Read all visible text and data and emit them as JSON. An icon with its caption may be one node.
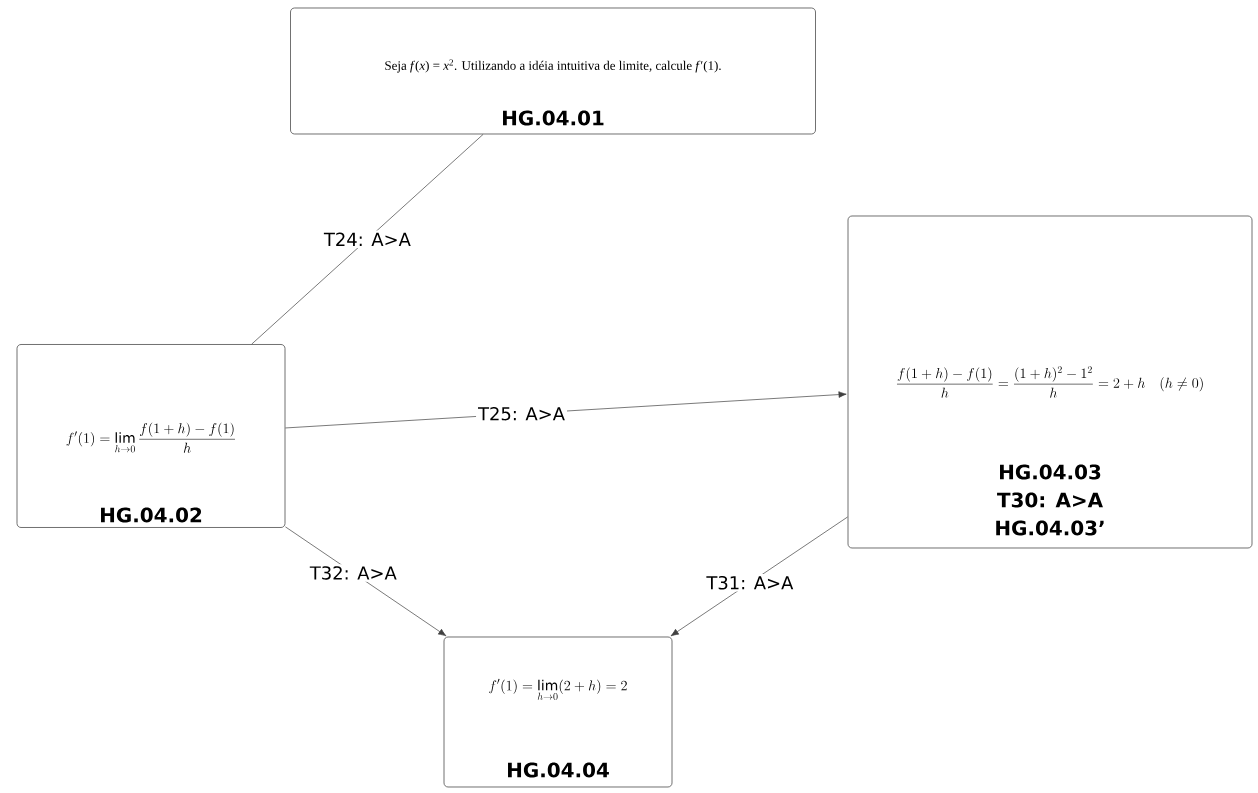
{
  "diagram": {
    "nodes": [
      {
        "text": [
          "Seja *f*(*x*) = *x*$^{2}$. Utilizando a idéia intuitiva de limite, calcule *f*′(1).",
          "HG.04.01"
        ]
      },
      {
        "text": [
          "f'(1)=\\lim_{h\\to 0}\\frac{f(1+h)-f(1)}{h}",
          "HG.04.02"
        ]
      },
      {
        "text": [
          "\\frac{f(1+h)-f(1)}{h}=\\frac{(1+h)^2-1^2}{h}=2+h\\quad(h\\neq 0)",
          "HG.04.03",
          "T30: A>A",
          "HG.04.03’"
        ]
      },
      {
        "text": [
          "f'(1)=\\lim_{h\\to 0}(2+h)=2",
          "HG.04.04"
        ]
      }
    ],
    "edges": [
      {
        "from": 0,
        "to": 1,
        "arrow": "none",
        "label": "T24: A>A"
      },
      {
        "from": 1,
        "to": 2,
        "arrow": "to",
        "label": "T25: A>A"
      },
      {
        "from": 2,
        "to": 3,
        "arrow": "to",
        "label": "T31: A>A"
      },
      {
        "from": 1,
        "to": 3,
        "arrow": "to",
        "label": "T32: A>A"
      }
    ]
  }
}
